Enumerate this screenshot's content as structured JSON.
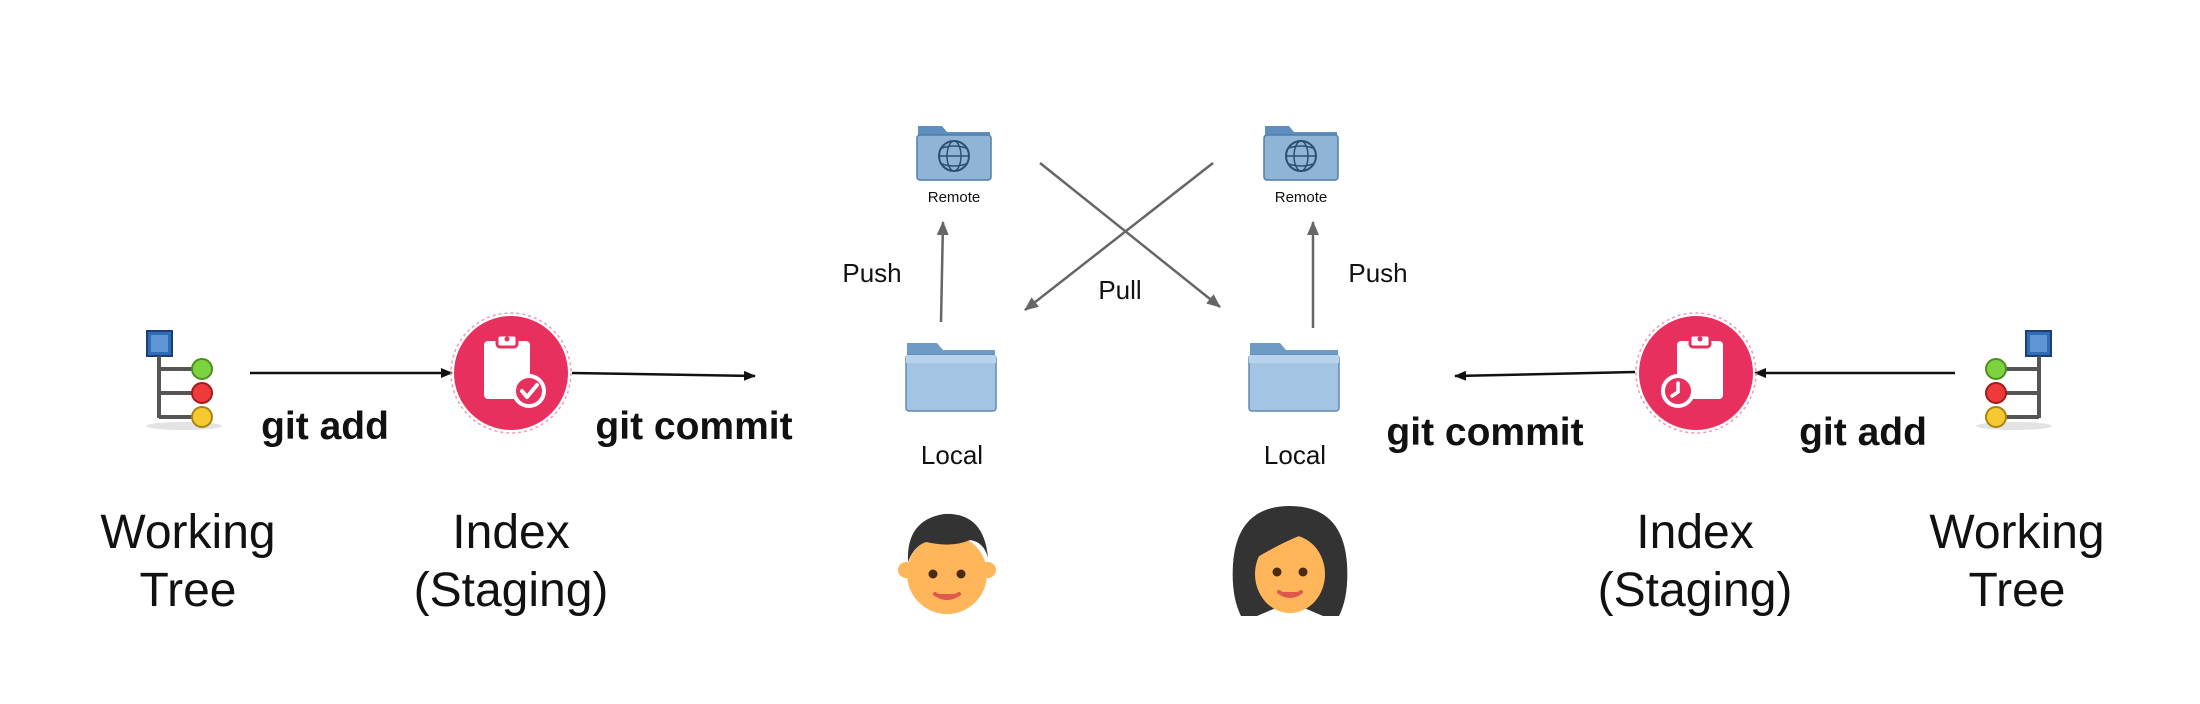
{
  "left": {
    "working_tree_label": "Working\nTree",
    "index_label": "Index\n(Staging)",
    "git_add": "git add",
    "git_commit": "git commit"
  },
  "right": {
    "working_tree_label": "Working\nTree",
    "index_label": "Index\n(Staging)",
    "git_add": "git add",
    "git_commit": "git commit"
  },
  "center": {
    "remote_left": "Remote",
    "remote_right": "Remote",
    "local_left": "Local",
    "local_right": "Local",
    "push_left": "Push",
    "push_right": "Push",
    "pull": "Pull"
  },
  "colors": {
    "staging_pink": "#e8305f",
    "folder_blue": "#8fb4d6",
    "skin": "#ffb55a",
    "hair": "#333333",
    "arrow_black": "#111111",
    "arrow_gray": "#666666"
  },
  "icons": {
    "working_tree": "tree-hierarchy-icon",
    "staging": "clipboard-check-icon",
    "remote": "network-folder-icon",
    "local": "folder-icon",
    "user_male": "man-avatar-icon",
    "user_female": "woman-avatar-icon"
  }
}
